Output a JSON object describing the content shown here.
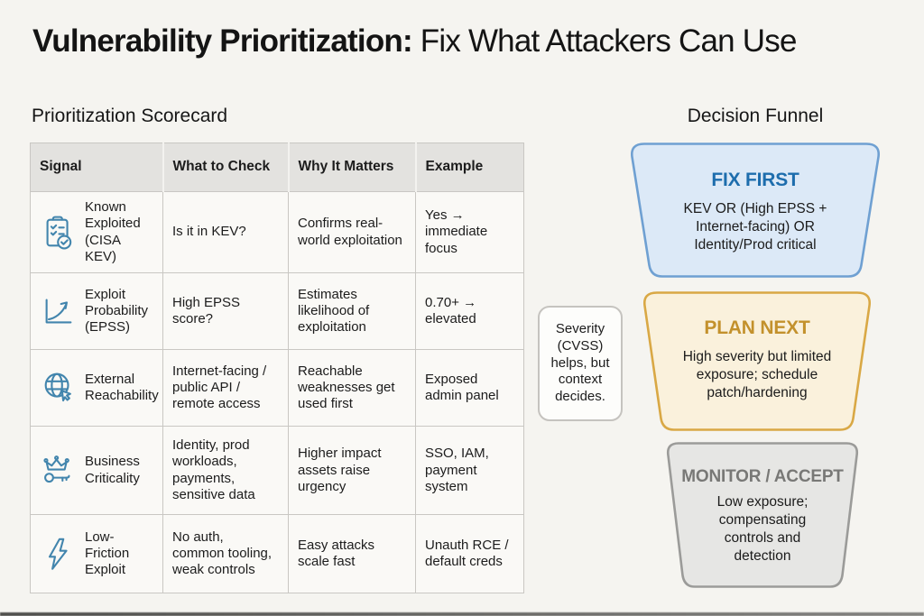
{
  "page": {
    "title_bold": "Vulnerability Prioritization:",
    "title_rest": " Fix What Attackers Can Use"
  },
  "scorecard": {
    "title": "Prioritization Scorecard",
    "columns": [
      "Signal",
      "What to Check",
      "Why It Matters",
      "Example"
    ],
    "rows": [
      {
        "icon": "clipboard-check-icon",
        "signal": "Known Exploited (CISA KEV)",
        "check": "Is it in KEV?",
        "why": "Confirms real-world exploitation",
        "example": "Yes → immediate focus"
      },
      {
        "icon": "chart-rise-icon",
        "signal": "Exploit Probability (EPSS)",
        "check": "High EPSS score?",
        "why": "Estimates likelihood of exploitation",
        "example": "0.70+ → elevated"
      },
      {
        "icon": "globe-cursor-icon",
        "signal": "External Reachability",
        "check": "Internet-facing / public API / remote access",
        "why": "Reachable weaknesses get used first",
        "example": "Exposed admin panel"
      },
      {
        "icon": "crown-key-icon",
        "signal": "Business Criticality",
        "check": "Identity, prod workloads, payments, sensitive data",
        "why": "Higher impact assets raise urgency",
        "example": "SSO, IAM, payment system"
      },
      {
        "icon": "lightning-icon",
        "signal": "Low-Friction Exploit",
        "check": "No auth, common tooling, weak controls",
        "why": "Easy attacks scale fast",
        "example": "Unauth RCE / default creds"
      }
    ]
  },
  "note": {
    "text": "Severity (CVSS) helps, but context decides."
  },
  "funnel": {
    "title": "Decision Funnel",
    "stages": [
      {
        "label": "FIX FIRST",
        "description": "KEV OR (High EPSS + Internet-facing) OR Identity/Prod critical",
        "label_color": "#1d6dad",
        "fill_color": "#dce9f7",
        "border_color": "#6fa0d2"
      },
      {
        "label": "PLAN NEXT",
        "description": "High severity but limited exposure; schedule patch/hardening",
        "label_color": "#c3912c",
        "fill_color": "#faf1dc",
        "border_color": "#d9a845"
      },
      {
        "label": "MONITOR / ACCEPT",
        "description": "Low exposure; compensating controls and detection",
        "label_color": "#787876",
        "fill_color": "#e6e6e4",
        "border_color": "#9b9b99"
      }
    ]
  },
  "colors": {
    "background": "#f5f4f0",
    "table_header_bg": "#e3e2df",
    "table_border": "#c9c7c3",
    "icon_blue": "#4285ad",
    "text": "#1c1c1c"
  }
}
